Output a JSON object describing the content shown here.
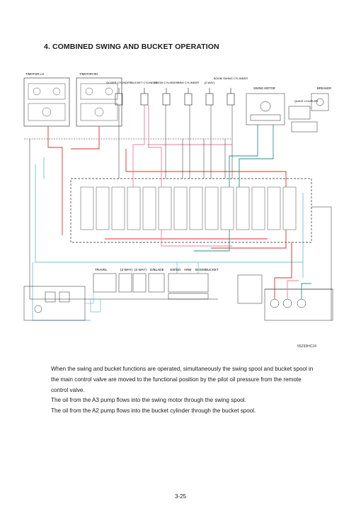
{
  "section": {
    "title": "4. COMBINED SWING AND BUCKET OPERATION"
  },
  "diagram": {
    "code": "55Z93HC24",
    "top_labels": {
      "travel_motor_lh": "T/MOTOR LH",
      "travel_motor_rh": "T/MOTOR RH",
      "dozer_cylinder": "DOZER CYLINDER",
      "bucket_cylinder": "BUCKET CYLINDER",
      "boom_cylinder": "BOOM CYLINDER",
      "arm_cylinder": "ARM CYLINDER",
      "two_way": "(2-WAY)",
      "boom_swing_cylinder": "BOOM SWING CYLINDER",
      "swing_motor": "SWING MOTOR",
      "breaker": "BREAKER",
      "quick_coupler": "QUICK COUPLER"
    },
    "bottom_labels": {
      "travel": "TRAVEL",
      "two_way": "(2-WAY)",
      "two_way_b": "(2 WAY)",
      "dblade": "D/BLADE",
      "swing": "SWING",
      "arm": "ARM",
      "boom": "BOOM",
      "bucket": "BUCKET"
    },
    "colors": {
      "pump_a1": "#d9302c",
      "pump_a2": "#e87f9c",
      "pump_a3": "#2a8f8a",
      "pilot": "#4ab0c4",
      "line": "#222222"
    }
  },
  "description": {
    "paragraph1": "When the swing and bucket functions are operated, simultaneously the swing spool and bucket spool in the main control valve are moved to the functional position by the pilot oil pressure from the remote control valve.",
    "line2": "The oil from the A3 pump flows into the swing motor through the swing spool.",
    "line3": "The oil from the A2 pump flows into the bucket cylinder through the bucket spool."
  },
  "page": {
    "number": "3-25"
  }
}
